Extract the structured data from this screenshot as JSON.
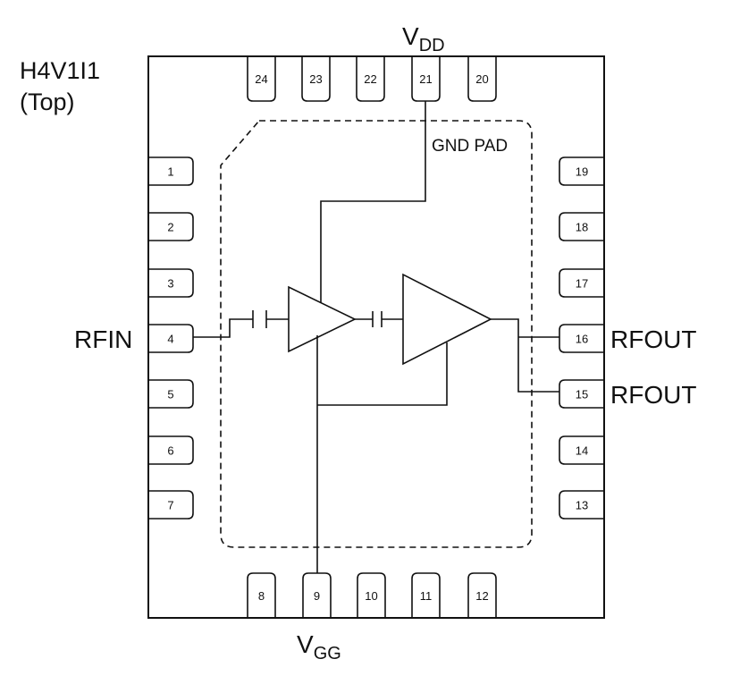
{
  "title": {
    "part": "H4V1I1",
    "view": "(Top)"
  },
  "gnd_pad_label": "GND PAD",
  "supply_labels": {
    "vdd": {
      "main": "V",
      "sub": "DD"
    },
    "vgg": {
      "main": "V",
      "sub": "GG"
    }
  },
  "signal_labels": {
    "rfin": "RFIN",
    "rfout_16": "RFOUT",
    "rfout_15": "RFOUT"
  },
  "pins": {
    "top": [
      "24",
      "23",
      "22",
      "21",
      "20"
    ],
    "left": [
      "1",
      "2",
      "3",
      "4",
      "5",
      "6",
      "7"
    ],
    "right": [
      "19",
      "18",
      "17",
      "16",
      "15",
      "14",
      "13"
    ],
    "bottom": [
      "8",
      "9",
      "10",
      "11",
      "12"
    ]
  },
  "connections": {
    "rfin_pin": "4",
    "rfout_pins": [
      "16",
      "15"
    ],
    "vdd_pin": "21",
    "vgg_pin": "9"
  },
  "colors": {
    "stroke": "#111111",
    "background": "#ffffff"
  }
}
